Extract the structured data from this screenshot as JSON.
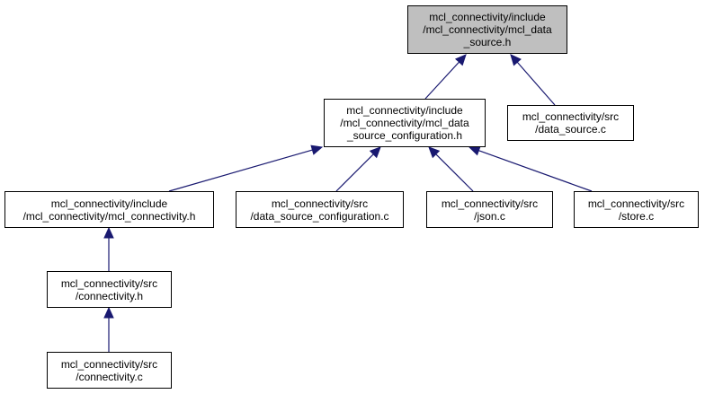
{
  "colors": {
    "edge": "#191970",
    "node_border": "#000000",
    "node_fill": "#ffffff",
    "root_fill": "#bfbfbf"
  },
  "nodes": {
    "root": {
      "lines": [
        "mcl_connectivity/include",
        "/mcl_connectivity/mcl_data",
        "_source.h"
      ]
    },
    "config_h": {
      "lines": [
        "mcl_connectivity/include",
        "/mcl_connectivity/mcl_data",
        "_source_configuration.h"
      ]
    },
    "data_source_c": {
      "lines": [
        "mcl_connectivity/src",
        "/data_source.c"
      ]
    },
    "mcl_connectivity_h": {
      "lines": [
        "mcl_connectivity/include",
        "/mcl_connectivity/mcl_connectivity.h"
      ]
    },
    "config_c": {
      "lines": [
        "mcl_connectivity/src",
        "/data_source_configuration.c"
      ]
    },
    "json_c": {
      "lines": [
        "mcl_connectivity/src",
        "/json.c"
      ]
    },
    "store_c": {
      "lines": [
        "mcl_connectivity/src",
        "/store.c"
      ]
    },
    "connectivity_h": {
      "lines": [
        "mcl_connectivity/src",
        "/connectivity.h"
      ]
    },
    "connectivity_c": {
      "lines": [
        "mcl_connectivity/src",
        "/connectivity.c"
      ]
    }
  },
  "edges": [
    {
      "from": "config_h",
      "to": "root"
    },
    {
      "from": "data_source_c",
      "to": "root"
    },
    {
      "from": "mcl_connectivity_h",
      "to": "config_h"
    },
    {
      "from": "config_c",
      "to": "config_h"
    },
    {
      "from": "json_c",
      "to": "config_h"
    },
    {
      "from": "store_c",
      "to": "config_h"
    },
    {
      "from": "connectivity_h",
      "to": "mcl_connectivity_h"
    },
    {
      "from": "connectivity_c",
      "to": "connectivity_h"
    }
  ]
}
